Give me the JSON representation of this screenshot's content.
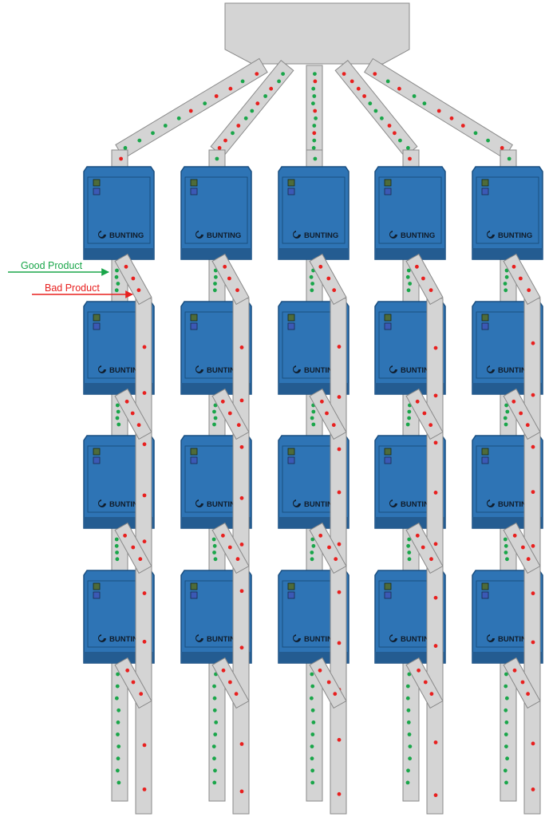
{
  "labels": {
    "good": "Good Product",
    "bad": "Bad Product"
  },
  "brand": "BUNTING",
  "colors": {
    "good_dot": "#1aa64a",
    "bad_dot": "#e8201f",
    "chute_fill": "#d4d4d4",
    "chute_stroke": "#8a8a8a",
    "separator_body": "#2e74b5",
    "separator_dark": "#245c91",
    "separator_border": "#1a4f80",
    "indicator_green": "#4e6b3a",
    "indicator_blue": "#3b59b5",
    "good_arrow": "#1aa64a",
    "bad_arrow": "#e8201f"
  },
  "icons": {
    "brand_logo": "bunting-logo-icon",
    "indicator_top": "green-status-light-icon",
    "indicator_bottom": "blue-status-light-icon"
  },
  "layout": {
    "columns": 5,
    "stages": 4
  }
}
